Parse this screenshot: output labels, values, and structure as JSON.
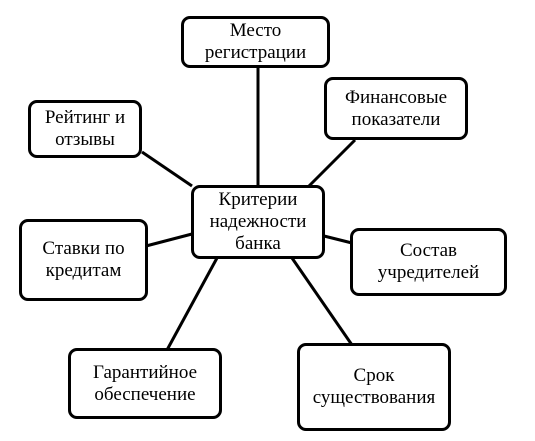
{
  "diagram": {
    "center": {
      "text": "Критерии\nнадежности\nбанка"
    },
    "nodes": {
      "registration": {
        "text": "Место\nрегистрации"
      },
      "financial": {
        "text": "Финансовые\nпоказатели"
      },
      "founders": {
        "text": "Состав\nучредителей"
      },
      "existence": {
        "text": "Срок\nсуществования"
      },
      "guarantee": {
        "text": "Гарантийное\nобеспечение"
      },
      "loan_rates": {
        "text": "Ставки по\nкредитам"
      },
      "rating": {
        "text": "Рейтинг и\nотзывы"
      }
    }
  }
}
